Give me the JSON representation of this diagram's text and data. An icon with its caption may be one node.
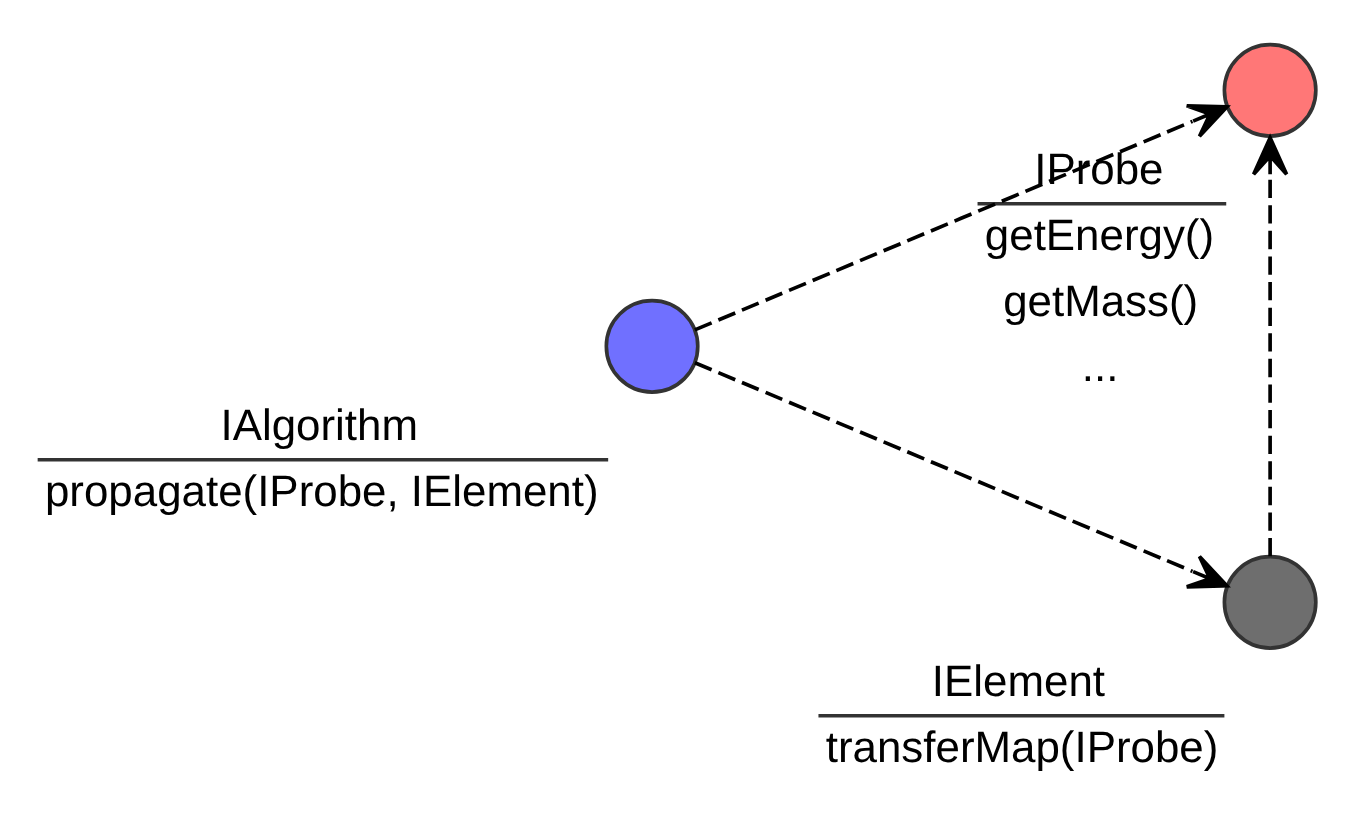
{
  "diagram": {
    "nodes": [
      {
        "text": [
          "IProbe",
          "getEnergy()",
          "getMass()",
          "..."
        ]
      },
      {
        "text": [
          "IAlgorithm",
          "propagate(IProbe, IElement)"
        ]
      },
      {
        "text": [
          "IElement",
          "transferMap(IProbe)"
        ]
      }
    ],
    "edges": [
      {
        "from": 1,
        "to": 0,
        "arrow": "to",
        "style": "dashed"
      },
      {
        "from": 1,
        "to": 2,
        "arrow": "to",
        "style": "dashed"
      },
      {
        "from": 2,
        "to": 0,
        "arrow": "to",
        "style": "dashed"
      }
    ]
  }
}
